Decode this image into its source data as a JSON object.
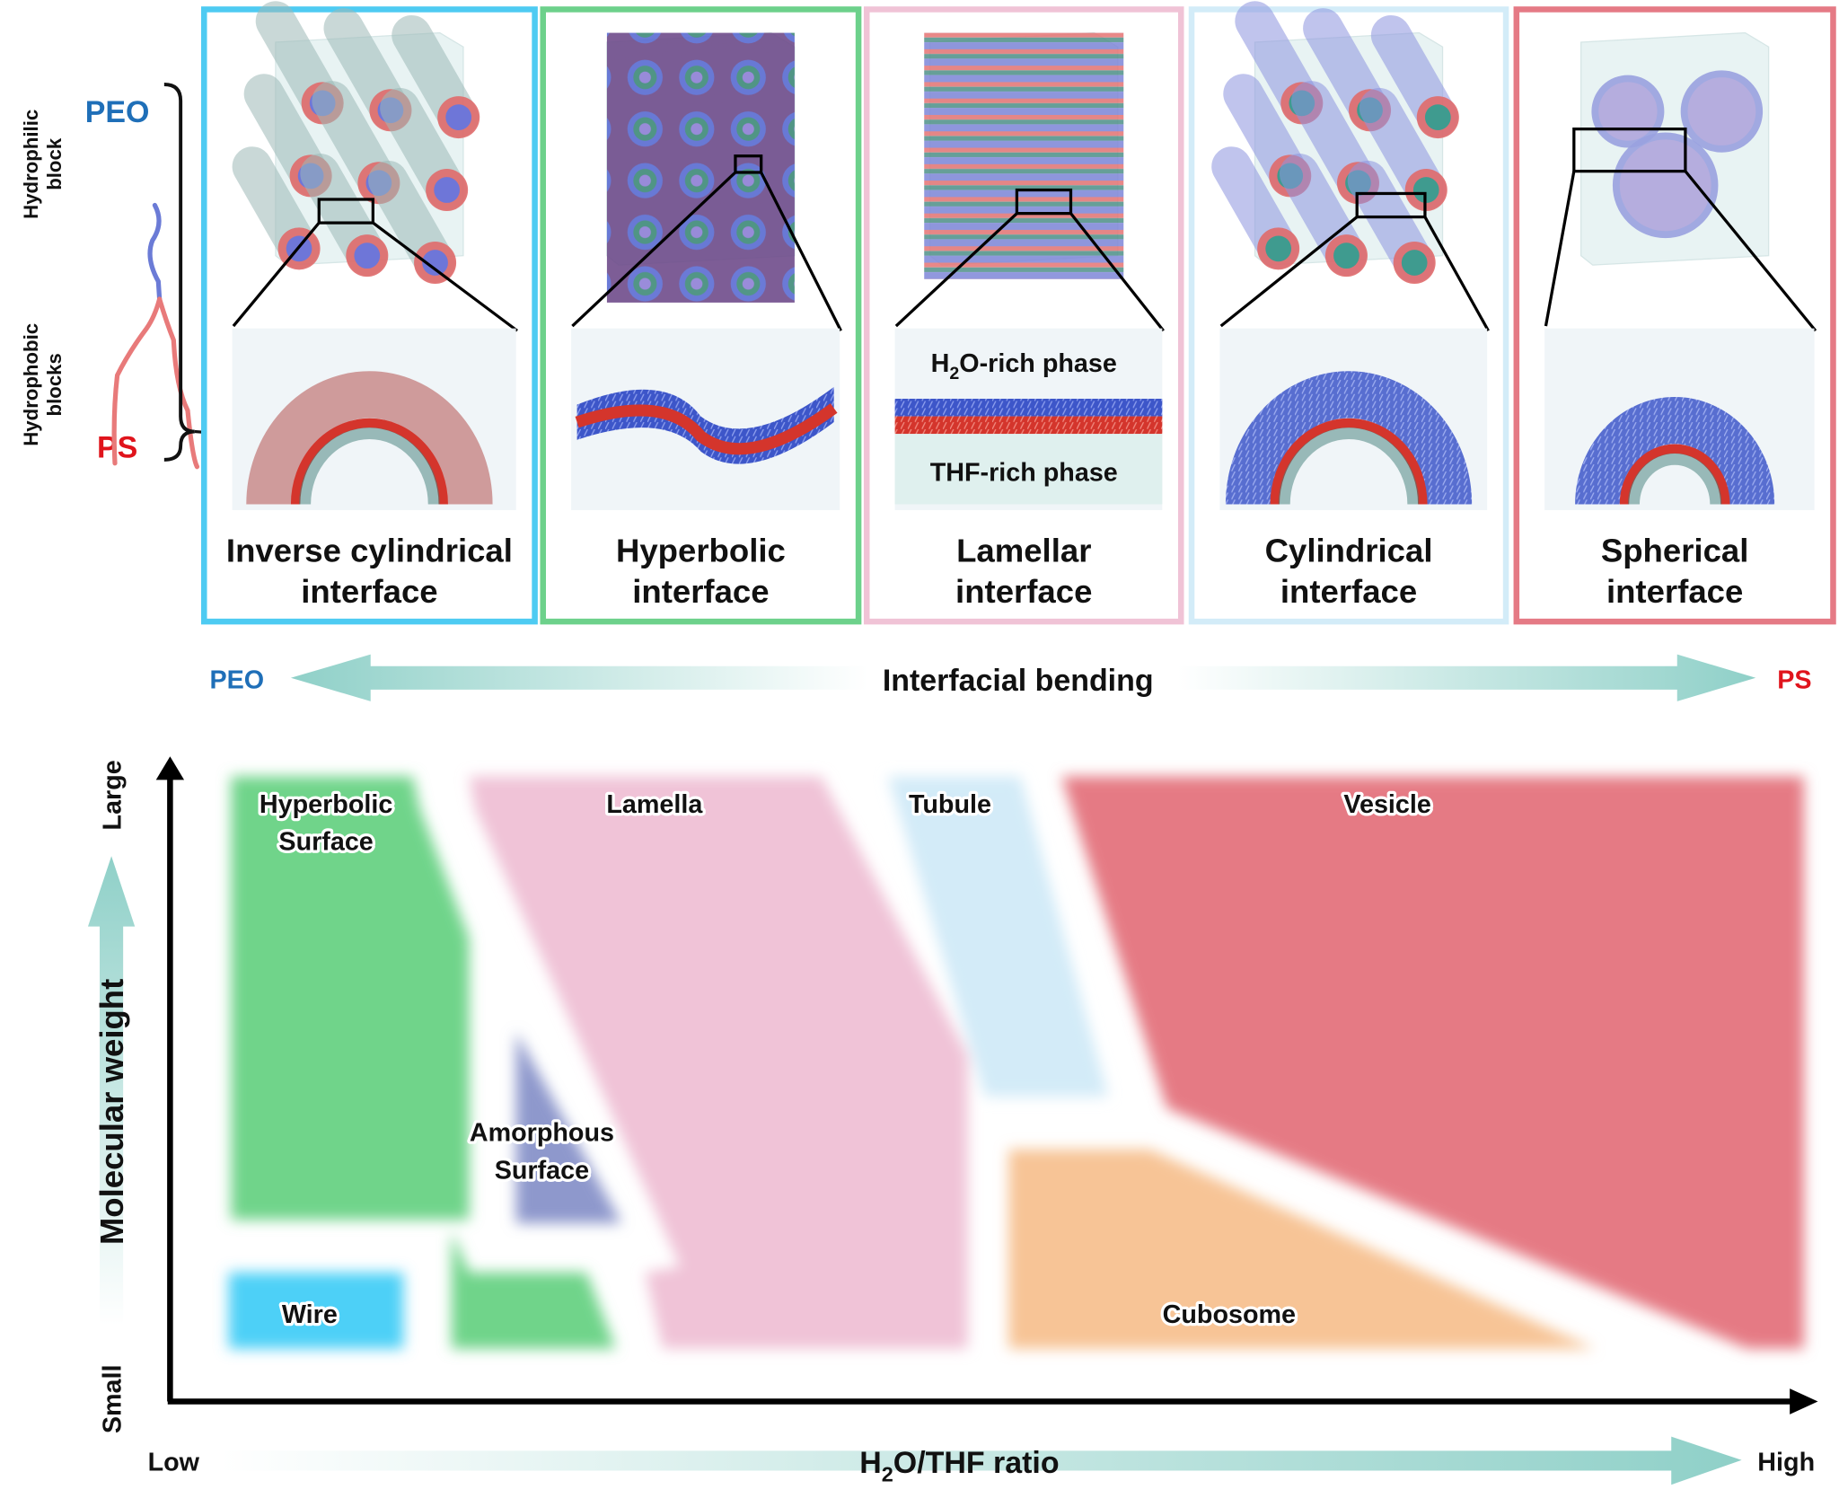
{
  "molecule": {
    "peo_label": "PEO",
    "ps_label": "PS",
    "hydrophilic_label_1": "Hydrophilic",
    "hydrophilic_label_2": "block",
    "hydrophobic_label_1": "Hydrophobic",
    "hydrophobic_label_2": "blocks",
    "colors": {
      "peo": "#1f6fb8",
      "ps": "#e0141c",
      "peo_chain": "#6b7bd6",
      "ps_chain": "#e87a7a"
    }
  },
  "panels": [
    {
      "title_1": "Inverse cylindrical",
      "title_2": "interface",
      "border": "#4ecbf2",
      "motif": "inverse-cylinders"
    },
    {
      "title_1": "Hyperbolic",
      "title_2": "interface",
      "border": "#6dd18b",
      "motif": "gyroid"
    },
    {
      "title_1": "Lamellar",
      "title_2": "interface",
      "border": "#f0c3d6",
      "motif": "lamellae",
      "upper_phase": "H2O-rich phase",
      "upper_phase_pre": "H",
      "upper_phase_sub": "2",
      "upper_phase_post": "O-rich phase",
      "lower_phase": "THF-rich phase"
    },
    {
      "title_1": "Cylindrical",
      "title_2": "interface",
      "border": "#d3ecf8",
      "motif": "cylinders"
    },
    {
      "title_1": "Spherical",
      "title_2": "interface",
      "border": "#e57a85",
      "motif": "spheres"
    }
  ],
  "bending_arrow": {
    "label": "Interfacial bending",
    "left_label": "PEO",
    "right_label": "PS",
    "color": "#8fd0c8"
  },
  "chart_data": {
    "type": "phase-diagram",
    "title": "",
    "xlabel": "H2O/THF ratio",
    "xlabel_pre": "H",
    "xlabel_sub": "2",
    "xlabel_post": "O/THF ratio",
    "ylabel": "Molecular weight",
    "x_low": "Low",
    "x_high": "High",
    "y_low": "Small",
    "y_high": "Large",
    "regions": [
      {
        "name": "Hyperbolic Surface",
        "label_1": "Hyperbolic",
        "label_2": "Surface",
        "color": "#6fd48a"
      },
      {
        "name": "Wire",
        "label_1": "Wire",
        "color": "#4dd0f7"
      },
      {
        "name": "Amorphous Surface",
        "label_1": "Amorphous",
        "label_2": "Surface",
        "color": "#8e98cc"
      },
      {
        "name": "Lamella",
        "label_1": "Lamella",
        "color": "#f0c3d7"
      },
      {
        "name": "Tubule",
        "label_1": "Tubule",
        "color": "#d3ebf8"
      },
      {
        "name": "Vesicle",
        "label_1": "Vesicle",
        "color": "#e57a84"
      },
      {
        "name": "Cubosome",
        "label_1": "Cubosome",
        "color": "#f7c496"
      }
    ]
  }
}
